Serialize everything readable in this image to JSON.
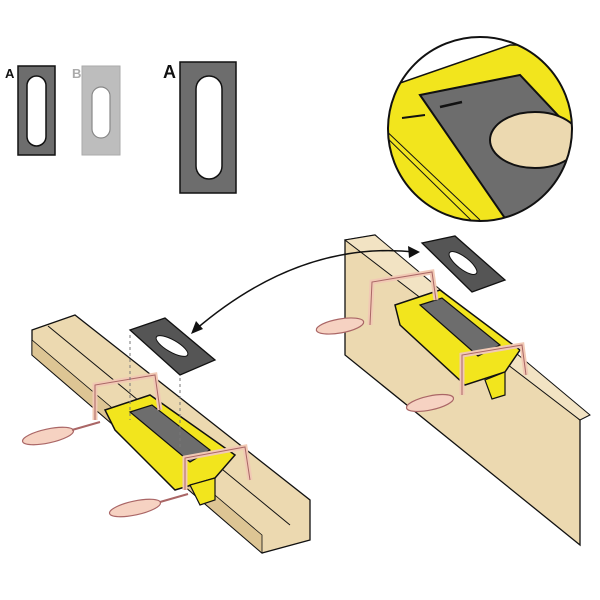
{
  "labels": {
    "template_a_small": "A",
    "template_b_small": "B",
    "template_a_large": "A"
  },
  "colors": {
    "template_a": "#6d6d6d",
    "template_b": "#bdbdbd",
    "jig_yellow": "#f2e51d",
    "wood": "#ecd9b0",
    "clamp": "#f1c9b4",
    "handle": "#f6d2c2",
    "outline": "#111111"
  }
}
